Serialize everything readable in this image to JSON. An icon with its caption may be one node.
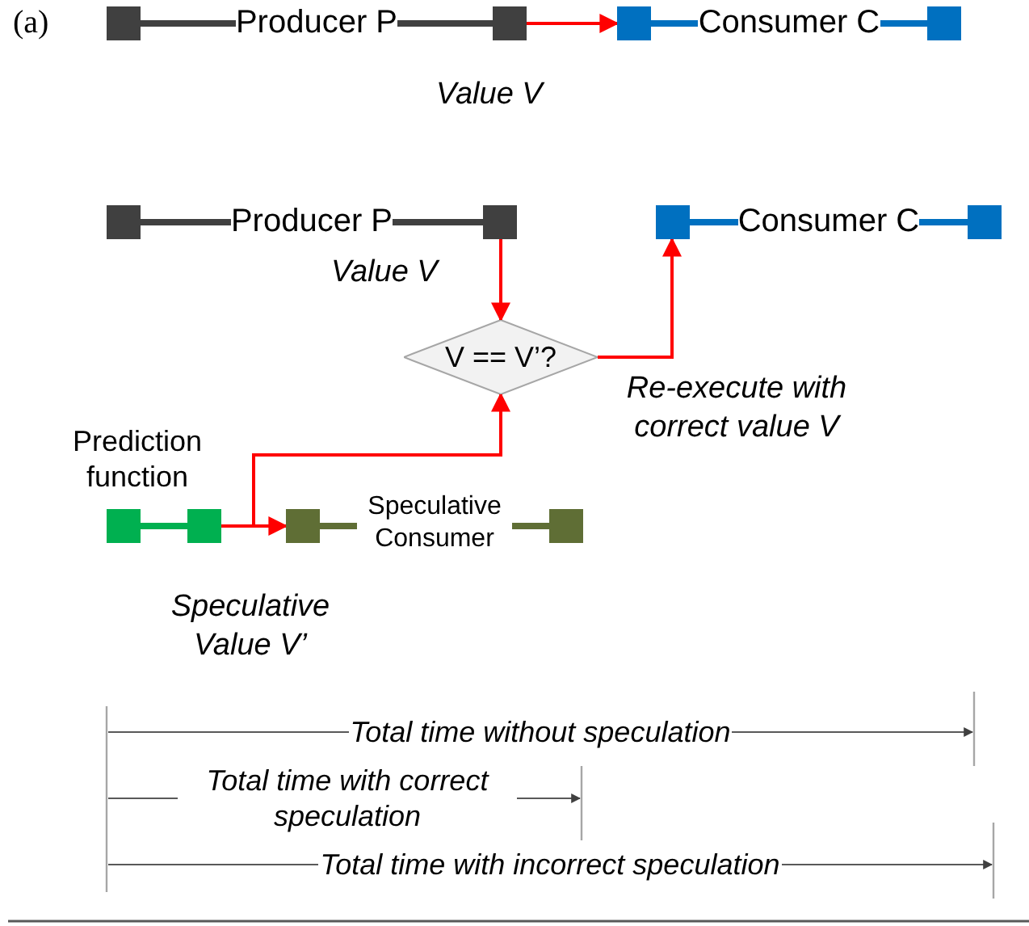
{
  "diagram": {
    "nodes": [
      {
        "text": [
          "Producer P"
        ]
      },
      {
        "text": [
          "Consumer C"
        ]
      },
      {
        "text": [
          "Producer P"
        ]
      },
      {
        "text": [
          "Consumer C"
        ]
      },
      {
        "text": [
          "V == V’?"
        ]
      },
      {
        "text": [
          "Prediction function"
        ]
      },
      {
        "text": [
          "Speculative Consumer"
        ]
      }
    ],
    "edges": [
      {
        "from": 0,
        "to": 1,
        "arrow": "to",
        "label": "Value V"
      },
      {
        "from": 2,
        "to": 4,
        "arrow": "to",
        "label": "Value V"
      },
      {
        "from": 4,
        "to": 3,
        "arrow": "to",
        "label": "Re-execute with correct value V"
      },
      {
        "from": 5,
        "to": 6,
        "arrow": "to",
        "label": "Speculative Value V’"
      },
      {
        "from": 5,
        "to": 4,
        "arrow": "to"
      }
    ],
    "labels": [
      "(a)",
      "Total time without speculation",
      "Total time with correct speculation",
      "Total time with incorrect speculation"
    ]
  }
}
